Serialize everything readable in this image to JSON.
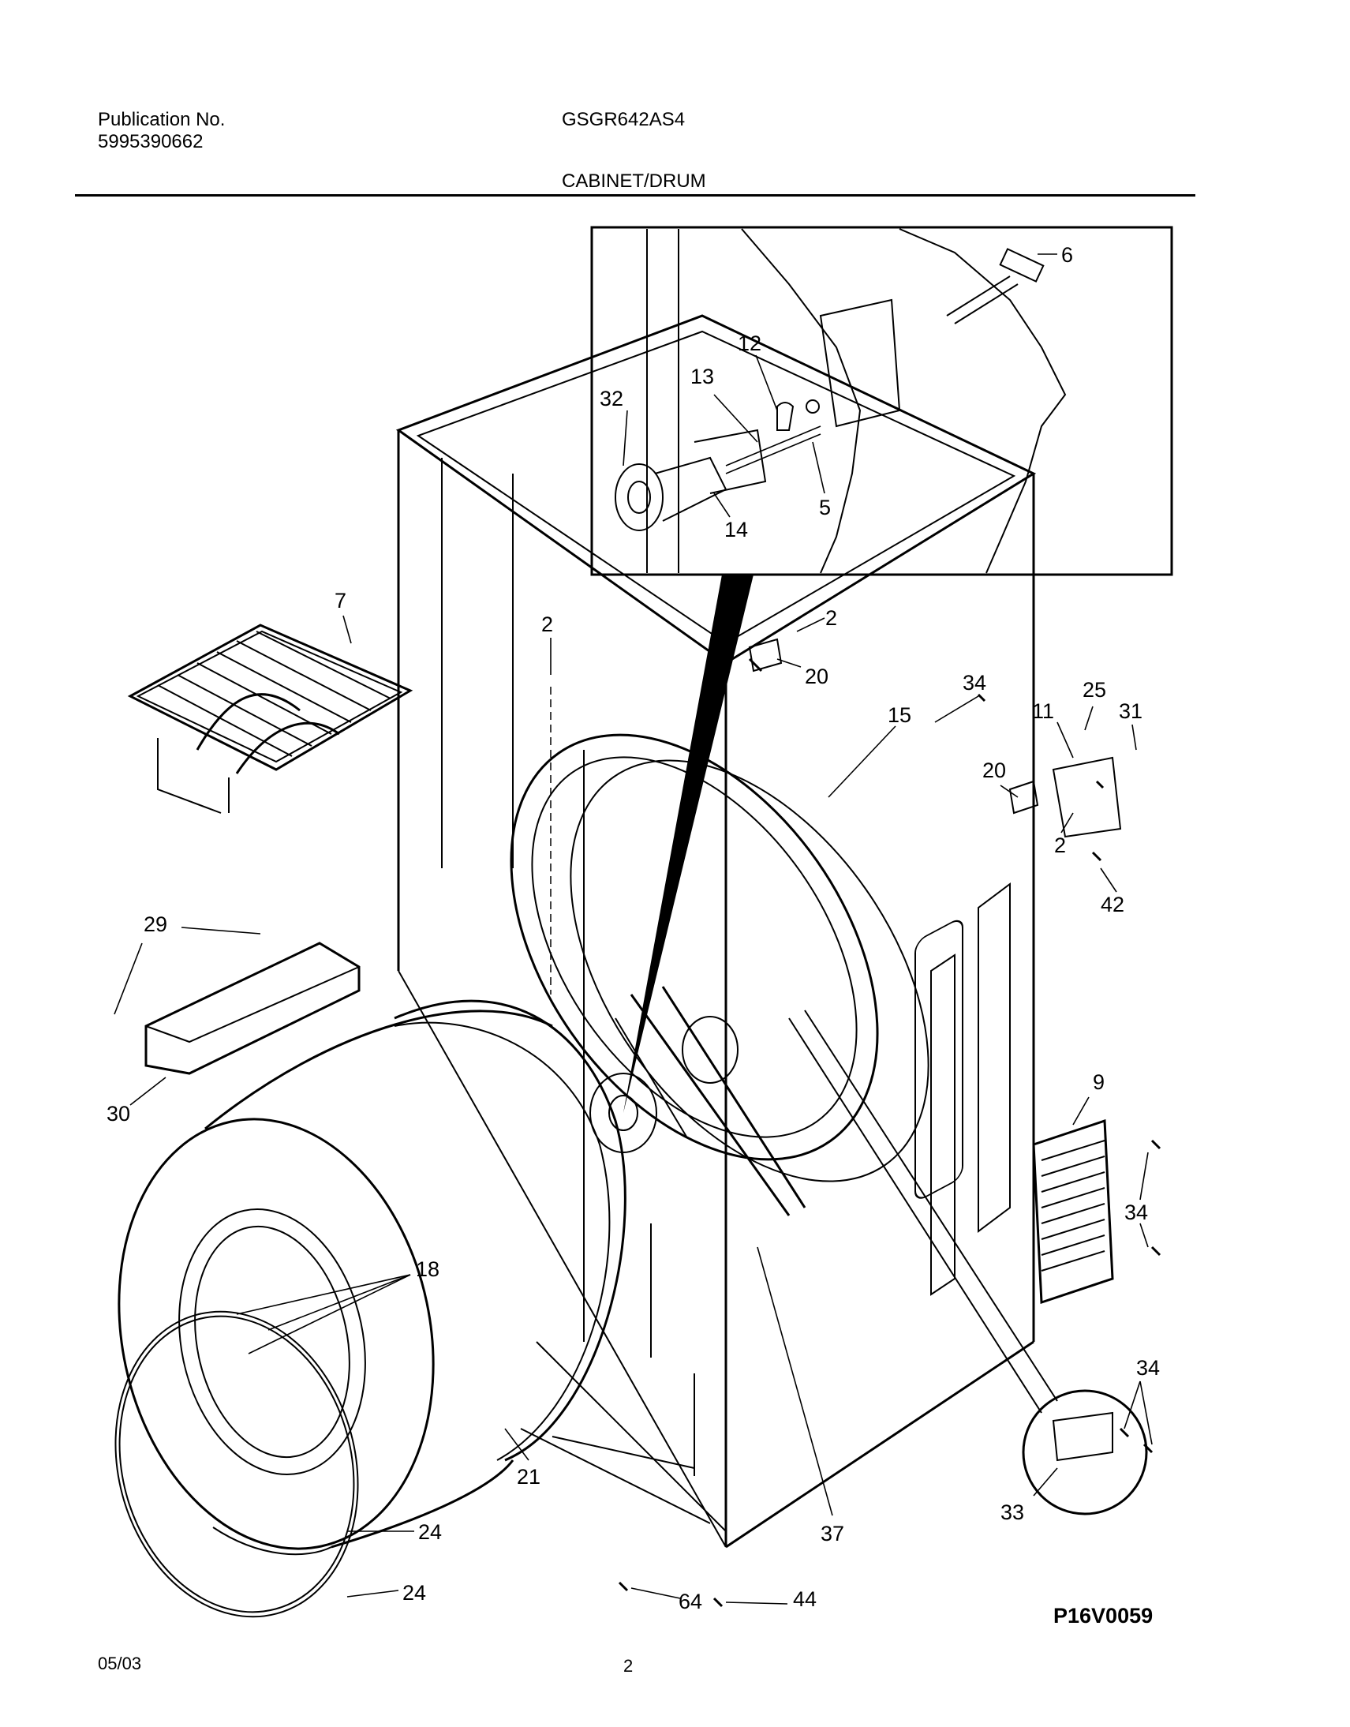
{
  "header": {
    "publication_label": "Publication No.",
    "publication_number": "5995390662",
    "model": "GSGR642AS4",
    "section_title": "CABINET/DRUM"
  },
  "footer": {
    "date": "05/03",
    "page_number": "2",
    "drawing_code": "P16V0059"
  },
  "callouts": {
    "c6": "6",
    "c12": "12",
    "c13": "13",
    "c32": "32",
    "c14": "14",
    "c5": "5",
    "c7": "7",
    "c2a": "2",
    "c2b": "2",
    "c20a": "20",
    "c15": "15",
    "c34a": "34",
    "c11": "11",
    "c25": "25",
    "c31": "31",
    "c20b": "20",
    "c2c": "2",
    "c42": "42",
    "c29": "29",
    "c30": "30",
    "c9": "9",
    "c34b": "34",
    "c18": "18",
    "c34c": "34",
    "c21": "21",
    "c33": "33",
    "c24a": "24",
    "c37": "37",
    "c24b": "24",
    "c64": "64",
    "c44": "44"
  }
}
